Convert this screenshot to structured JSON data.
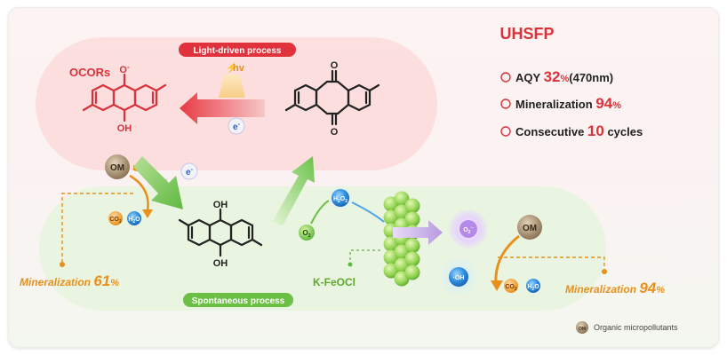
{
  "title": "UHSFP",
  "labels": {
    "light_driven": "Light-driven process",
    "spontaneous": "Spontaneous process",
    "ocors": "OCORs",
    "hv": "hv",
    "o_minus": "O",
    "o_minus_sup": "-",
    "oh": "OH",
    "o": "O",
    "om": "OM",
    "e": "e",
    "e_sup": "-",
    "co2": "CO",
    "co2_sub": "2",
    "h2o": "H",
    "h2o_sub": "2",
    "h2o_o": "O",
    "h2o2": "H",
    "h2o2_sub1": "2",
    "h2o2_o": "O",
    "h2o2_sub2": "2",
    "o2": "O",
    "o2_sub": "2",
    "o2_rad": "O",
    "o2_rad_sub": "2",
    "o2_rad_sup": "·-",
    "oh_rad": "·OH",
    "kfeocl": "K-FeOCl",
    "legend": "Organic micropollutants"
  },
  "metrics": [
    {
      "prefix": "AQY ",
      "value": "32",
      "unit": "%",
      "suffix": "(470nm)"
    },
    {
      "prefix": "Mineralization ",
      "value": "94",
      "unit": "%",
      "suffix": ""
    },
    {
      "prefix": "Consecutive ",
      "value": "10",
      "unit": "",
      "suffix": " cycles"
    }
  ],
  "mineralization_left": {
    "label": "Mineralization ",
    "value": "61",
    "unit": "%"
  },
  "mineralization_right": {
    "label": "Mineralization ",
    "value": "94",
    "unit": "%"
  },
  "colors": {
    "red": "#d9323a",
    "orange": "#e8901c",
    "green": "#5fb940",
    "blue": "#2f8fe0",
    "purple": "#9a5fd0"
  }
}
